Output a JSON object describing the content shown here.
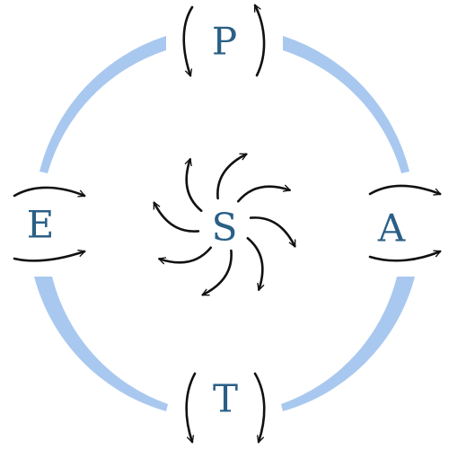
{
  "nodes": {
    "top": "P",
    "right": "A",
    "bottom": "T",
    "left": "E",
    "center": "S"
  },
  "colors": {
    "ring": "#a9c8ef",
    "letters": "#2a5f86",
    "arrows": "#111111",
    "background": "#ffffff"
  }
}
